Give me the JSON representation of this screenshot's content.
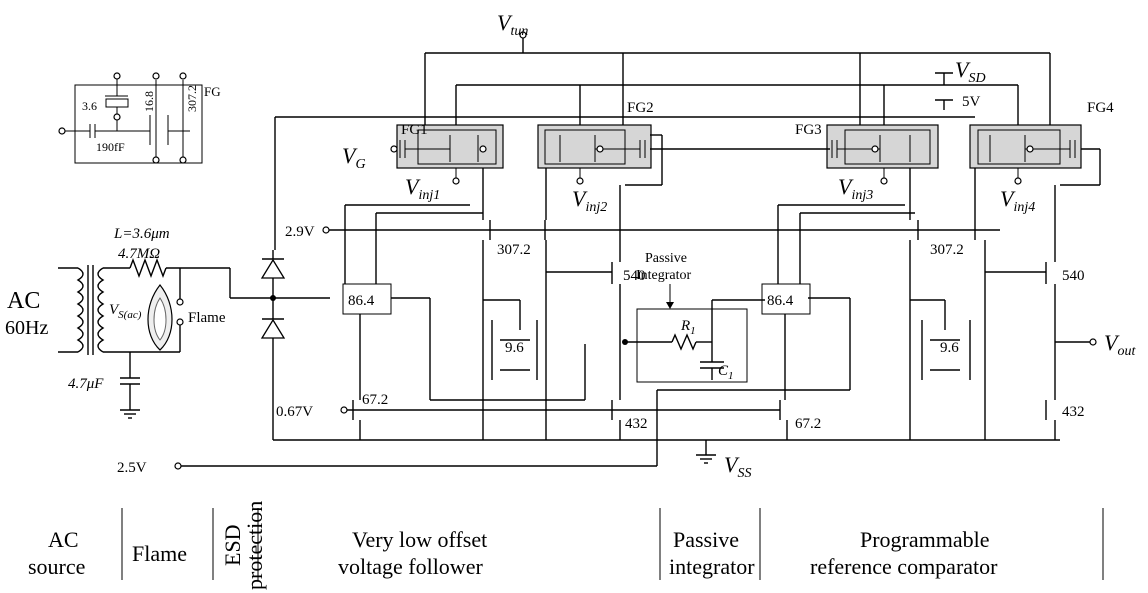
{
  "labels": {
    "vtun": "V",
    "vtun_sub": "tun",
    "vsd": "V",
    "vsd_sub": "SD",
    "fivev": "5V",
    "fg1": "FG1",
    "fg2": "FG2",
    "fg3": "FG3",
    "fg4": "FG4",
    "vg": "V",
    "vg_sub": "G",
    "vinj1": "V",
    "vinj1_sub": "inj1",
    "vinj2": "V",
    "vinj2_sub": "inj2",
    "vinj3": "V",
    "vinj3_sub": "inj3",
    "vinj4": "V",
    "vinj4_sub": "inj4",
    "length": "L=3.6μm",
    "v29": "2.9V",
    "v067": "0.67V",
    "v25": "2.5V",
    "vss": "V",
    "vss_sub": "SS",
    "vout": "V",
    "vout_sub": "out",
    "r1": "R",
    "r1_sub": "1",
    "c1": "C",
    "c1_sub": "1",
    "passive_integrator_1": "Passive",
    "passive_integrator_2": "Integrator",
    "ac": "AC",
    "hz": "60Hz",
    "res": "4.7MΩ",
    "cap": "4.7μF",
    "vsac": "V",
    "vsac_sub": "S(ac)",
    "flame": "Flame",
    "inset_fg": "FG",
    "inset_36": "3.6",
    "inset_168": "16.8",
    "inset_3072": "307.2",
    "inset_190": "190fF"
  },
  "sizes": {
    "s3072a": "307.2",
    "s3072b": "307.2",
    "s864a": "86.4",
    "s864b": "86.4",
    "s540a": "540",
    "s540b": "540",
    "s96a": "9.6",
    "s96b": "9.6",
    "s672a": "67.2",
    "s672b": "67.2",
    "s432a": "432",
    "s432b": "432"
  },
  "sections": {
    "ac_1": "AC",
    "ac_2": "source",
    "flame": "Flame",
    "esd_1": "ESD",
    "esd_2": "protection",
    "vf_1": "Very low offset",
    "vf_2": "voltage follower",
    "pi_1": "Passive",
    "pi_2": "integrator",
    "prc_1": "Programmable",
    "prc_2": "reference comparator"
  }
}
